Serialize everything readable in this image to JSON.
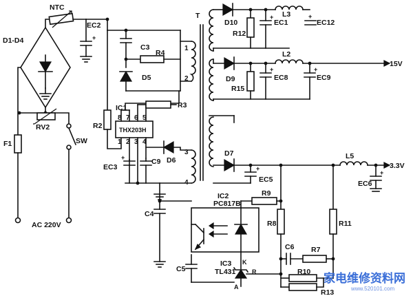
{
  "labels": {
    "ntc": "NTC",
    "d1d4": "D1-D4",
    "ec2": "EC2",
    "rv2": "RV2",
    "f1": "F1",
    "sw": "SW",
    "ac": "AC 220V",
    "r2": "R2",
    "ic1": "IC1",
    "ic1_part": "THX203H",
    "c3": "C3",
    "r4": "R4",
    "d5": "D5",
    "r3": "R3",
    "d6": "D6",
    "ec3": "EC3",
    "c9": "C9",
    "c4": "C4",
    "c5": "C5",
    "t": "T",
    "d10": "D10",
    "r12": "R12",
    "ec1": "EC1",
    "l3": "L3",
    "ec12": "EC12",
    "d9": "D9",
    "r15": "R15",
    "ec8": "EC8",
    "l2": "L2",
    "ec9": "EC9",
    "out15": "15V",
    "d7": "D7",
    "ec5": "EC5",
    "l5": "L5",
    "ec6": "EC6",
    "out33": "3.3V",
    "ic2": "IC2",
    "ic2_part": "PC817B",
    "r9": "R9",
    "r8": "R8",
    "r11": "R11",
    "c6": "C6",
    "r7": "R7",
    "ic3": "IC3",
    "ic3_part": "TL431",
    "k": "K",
    "r": "R",
    "a": "A",
    "r10": "R10",
    "r13": "R13",
    "ic1_pins": [
      "8",
      "7",
      "6",
      "5",
      "1",
      "2",
      "3",
      "4"
    ],
    "t_pins": [
      "1",
      "2",
      "3",
      "4"
    ],
    "watermark": "家电维修资料网",
    "watermark_url": "www.520101.com"
  }
}
